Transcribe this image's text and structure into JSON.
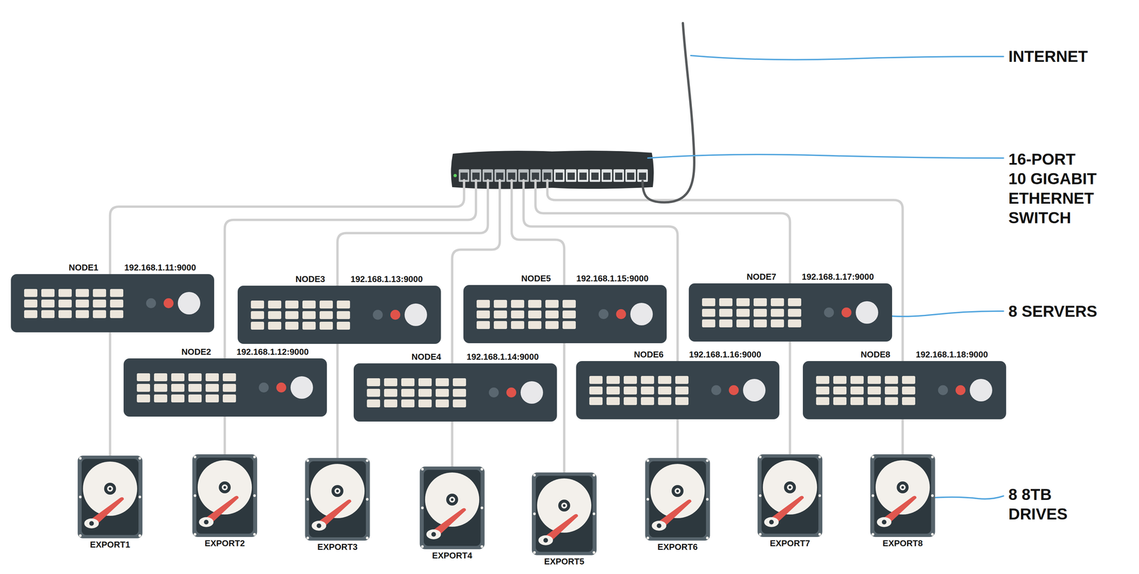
{
  "diagram": {
    "nodes": [
      {
        "text": [
          "NODE1",
          "192.168.1.11:9000"
        ]
      },
      {
        "text": [
          "NODE3",
          "192.168.1.13:9000"
        ]
      },
      {
        "text": [
          "NODE5",
          "192.168.1.15:9000"
        ]
      },
      {
        "text": [
          "NODE7",
          "192.168.1.17:9000"
        ]
      },
      {
        "text": [
          "NODE2",
          "192.168.1.12:9000"
        ]
      },
      {
        "text": [
          "NODE4",
          "192.168.1.14:9000"
        ]
      },
      {
        "text": [
          "NODE6",
          "192.168.1.16:9000"
        ]
      },
      {
        "text": [
          "NODE8",
          "192.168.1.18:9000"
        ]
      },
      {
        "text": [
          "EXPORT1"
        ]
      },
      {
        "text": [
          "EXPORT2"
        ]
      },
      {
        "text": [
          "EXPORT3"
        ]
      },
      {
        "text": [
          "EXPORT4"
        ]
      },
      {
        "text": [
          "EXPORT5"
        ]
      },
      {
        "text": [
          "EXPORT6"
        ]
      },
      {
        "text": [
          "EXPORT7"
        ]
      },
      {
        "text": [
          "EXPORT8"
        ]
      }
    ],
    "edges": [
      {
        "from": 0,
        "to": 8,
        "arrow": "none"
      },
      {
        "from": 4,
        "to": 9,
        "arrow": "none"
      },
      {
        "from": 1,
        "to": 10,
        "arrow": "none"
      },
      {
        "from": 5,
        "to": 11,
        "arrow": "none"
      },
      {
        "from": 2,
        "to": 12,
        "arrow": "none"
      },
      {
        "from": 6,
        "to": 13,
        "arrow": "none"
      },
      {
        "from": 3,
        "to": 14,
        "arrow": "none"
      },
      {
        "from": 7,
        "to": 15,
        "arrow": "none"
      }
    ],
    "labels": [
      "INTERNET",
      "16-PORT 10 GIGABIT ETHERNET SWITCH",
      "8 SERVERS",
      "8 8TB DRIVES"
    ]
  }
}
